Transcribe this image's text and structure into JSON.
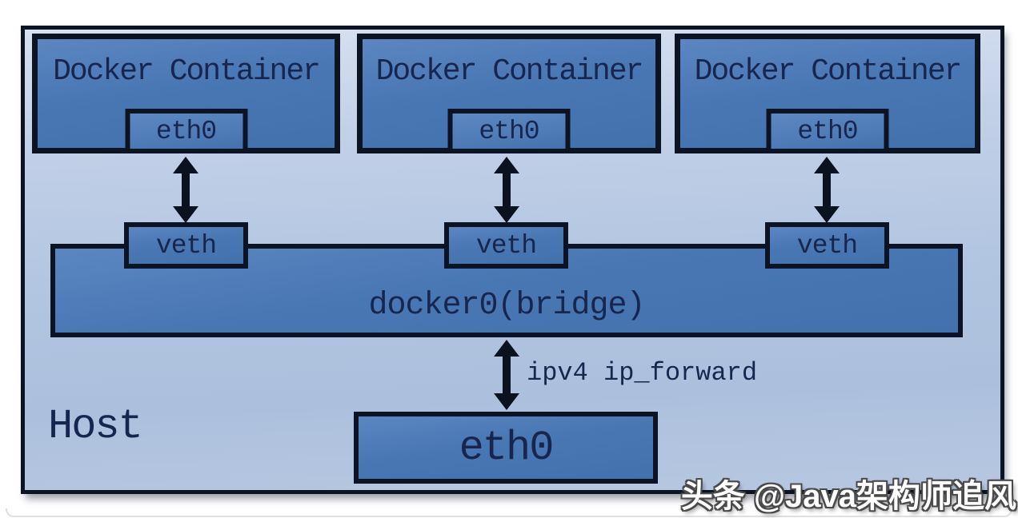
{
  "diagram": {
    "containers": [
      {
        "label": "Docker Container",
        "interface": "eth0"
      },
      {
        "label": "Docker Container",
        "interface": "eth0"
      },
      {
        "label": "Docker Container",
        "interface": "eth0"
      }
    ],
    "veths": [
      "veth",
      "veth",
      "veth"
    ],
    "bridge": "docker0(bridge)",
    "ip_forward": "ipv4 ip_forward",
    "host": "Host",
    "host_interface": "eth0",
    "watermark": "头条 @Java架构师追风"
  },
  "colors": {
    "box_fill_top": "#5b86c1",
    "box_fill_bottom": "#4371ad",
    "border": "#0c1424",
    "text": "#17264e",
    "background_top": "#d6e0f0",
    "background_bottom": "#b7c7e1",
    "arrow": "#0a1220",
    "watermark_fill": "#ffffff",
    "watermark_outline": "#4a4a4a"
  }
}
